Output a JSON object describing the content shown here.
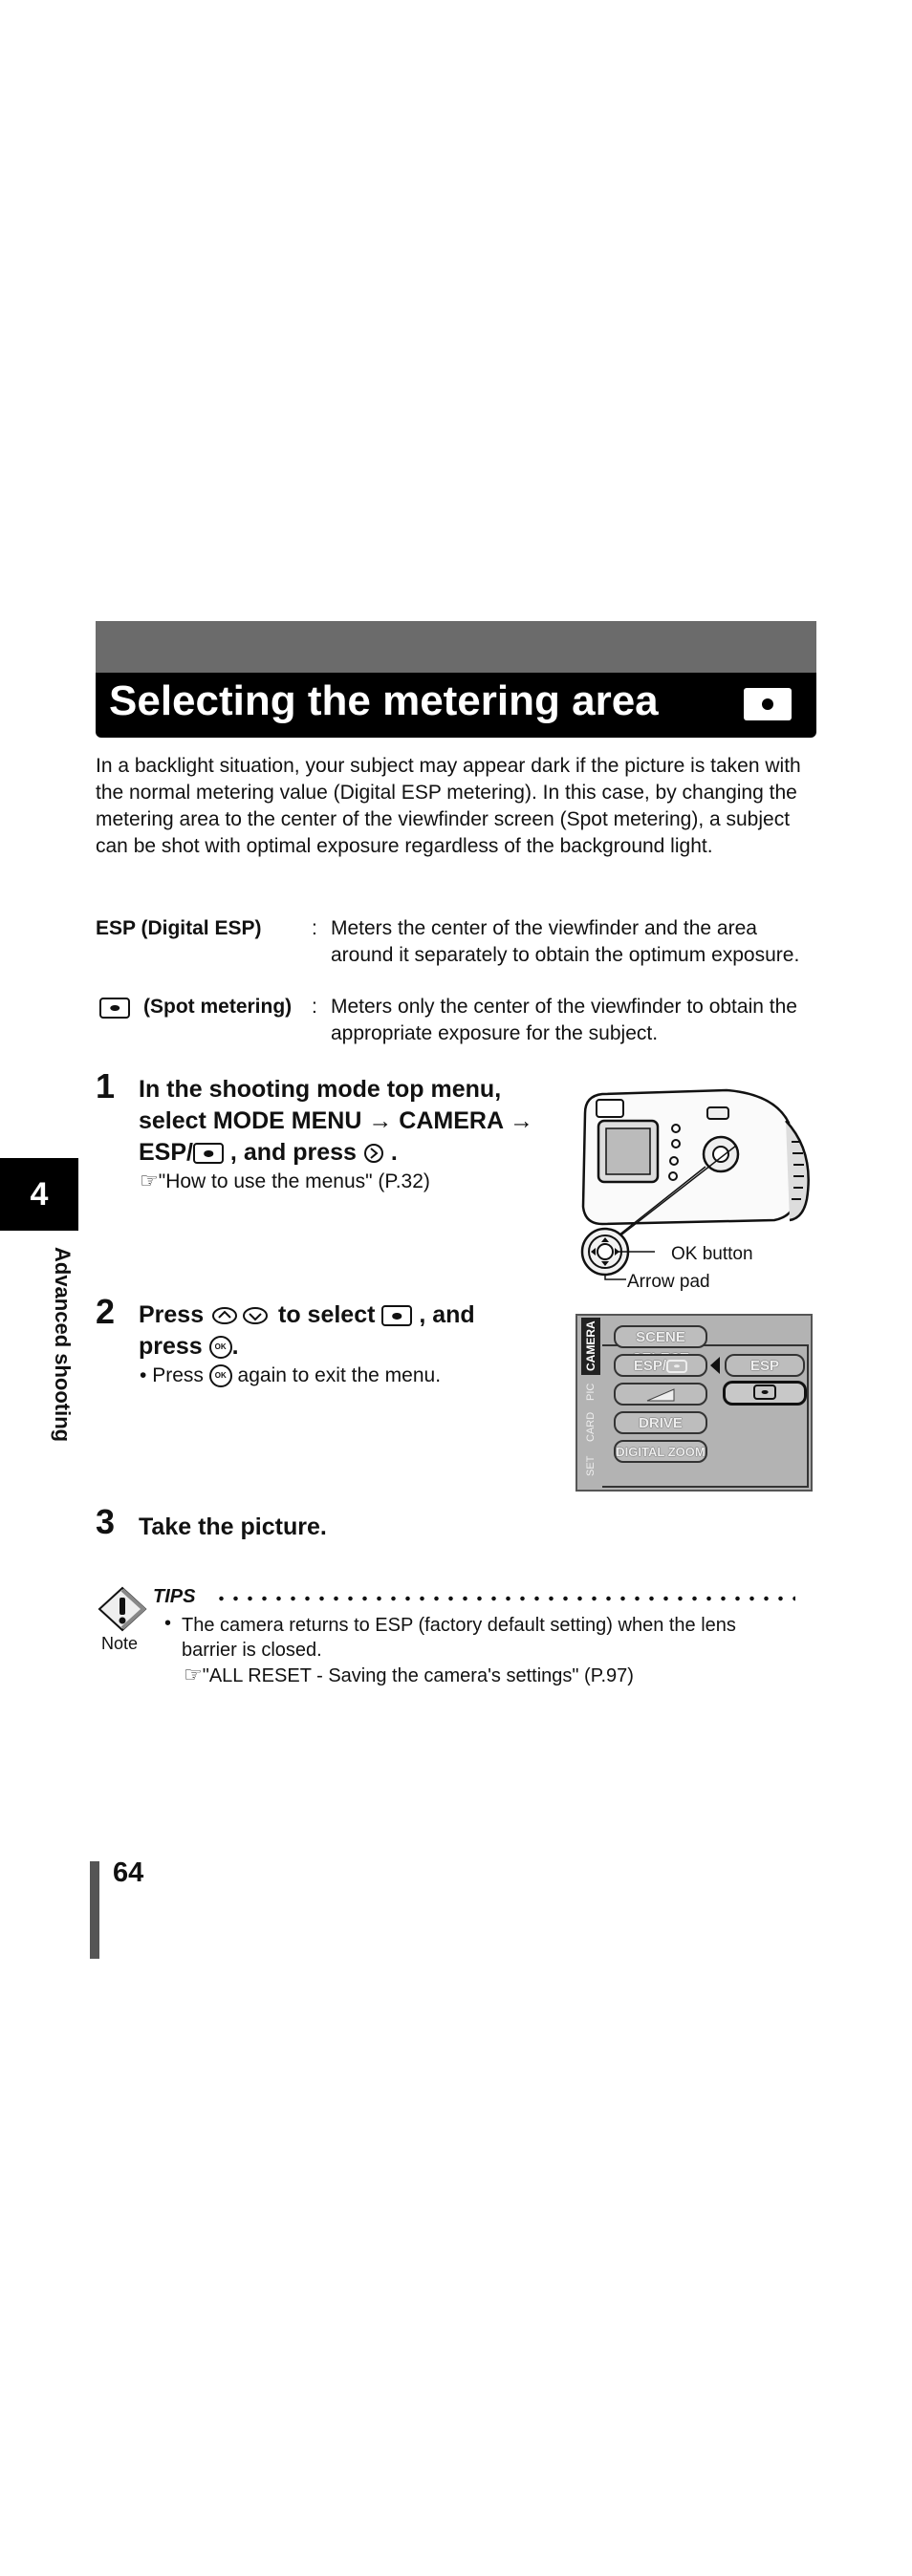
{
  "title": "Selecting the metering area",
  "icons": {
    "title_icon": "spot-metering-icon",
    "hand_pointer": "pointing-hand-icon",
    "up_down_arrows": "arrow-up-down-icon",
    "ok_button": "ok-button-icon",
    "right_arrow": "arrow-right-icon",
    "note": "note-exclamation-icon"
  },
  "intro": "In a backlight situation, your subject may appear dark if the picture is taken with the normal metering value (Digital ESP metering). In this case, by changing the metering area to the center of the viewfinder screen (Spot metering), a subject can be shot with optimal exposure regardless of the background light.",
  "definitions": [
    {
      "term": "ESP (Digital ESP)",
      "desc": "Meters the center of the viewfinder and the area around it separately to obtain the optimum exposure."
    },
    {
      "term": "(Spot metering)",
      "desc": "Meters only the center of the viewfinder to obtain the appropriate exposure for the subject."
    }
  ],
  "colon": ":",
  "steps": [
    {
      "num": "1",
      "line1": "In the shooting mode top menu,",
      "line2a": "select MODE MENU ",
      "arrow": "→",
      "line2b": " CAMERA ",
      "line3a": "ESP/",
      "line3b": " , and press ",
      "line3c": " .",
      "ref": "\"How to use the menus\" (P.32)"
    },
    {
      "num": "2",
      "line1a": "Press ",
      "line1b": " to select ",
      "line1c": " , and",
      "line2a": "press ",
      "line2b": ".",
      "bullet": "•",
      "sub_a": "Press ",
      "sub_b": " again to exit the menu."
    },
    {
      "num": "3",
      "text": "Take the picture."
    }
  ],
  "ok_glyph": "OK",
  "camera_labels": {
    "ok_button": "OK button",
    "arrow_pad": "Arrow pad"
  },
  "menu_screen": {
    "side_tab": "CAMERA",
    "side_pic": "PIC",
    "side_card": "CARD",
    "side_set": "SET",
    "items": [
      "SCENE SELECT",
      "ESP/",
      "",
      "DRIVE",
      "DIGITAL ZOOM"
    ],
    "options": [
      "ESP"
    ]
  },
  "tab": {
    "number": "4",
    "label": "Advanced shooting"
  },
  "tips": {
    "title": "TIPS",
    "note_label": "Note",
    "bullet": "•",
    "text": "The camera returns to ESP (factory default setting) when the lens barrier is closed.",
    "ref": "\"ALL RESET - Saving the camera's settings\" (P.97)"
  },
  "page_number": "64",
  "colors": {
    "title_bar": "#000000",
    "title_band": "#6b6b6b",
    "tab": "#000000",
    "page_bar": "#555555",
    "menu_bg": "#b3b3b3"
  }
}
